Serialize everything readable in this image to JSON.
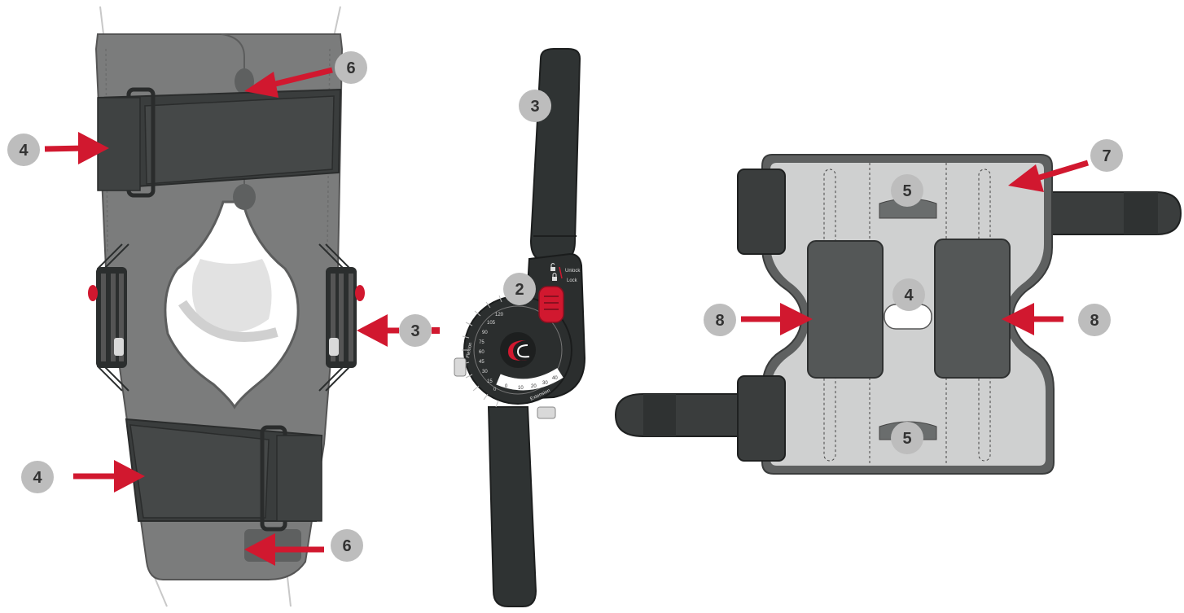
{
  "colors": {
    "accent": "#d1182f",
    "badge_fill": "#bdbdbd",
    "badge_text": "#333333",
    "brace_grey": "#7b7c7c",
    "strap_dark": "#3a3d3d",
    "hinge_dark": "#2b2e2e",
    "pad_light": "#cfd0d0"
  },
  "callouts": {
    "left_top_6": "6",
    "left_strap_top_4": "4",
    "left_hinge_3": "3",
    "left_strap_bottom_4": "4",
    "left_bottom_6": "6",
    "middle_bar_3": "3",
    "middle_dial_2": "2",
    "right_pad_7": "7",
    "right_top_5": "5",
    "right_center_4": "4",
    "right_left_8": "8",
    "right_right_8": "8",
    "right_bottom_5": "5"
  },
  "hinge": {
    "unlock_label": "Unlock",
    "lock_label": "Lock",
    "flexion_label": "Flexion",
    "extension_label": "Extension",
    "scale_ticks": [
      "120",
      "105",
      "90",
      "75",
      "60",
      "45",
      "30",
      "15",
      "0"
    ],
    "extension_ticks": [
      "0",
      "10",
      "20",
      "30",
      "40"
    ]
  }
}
